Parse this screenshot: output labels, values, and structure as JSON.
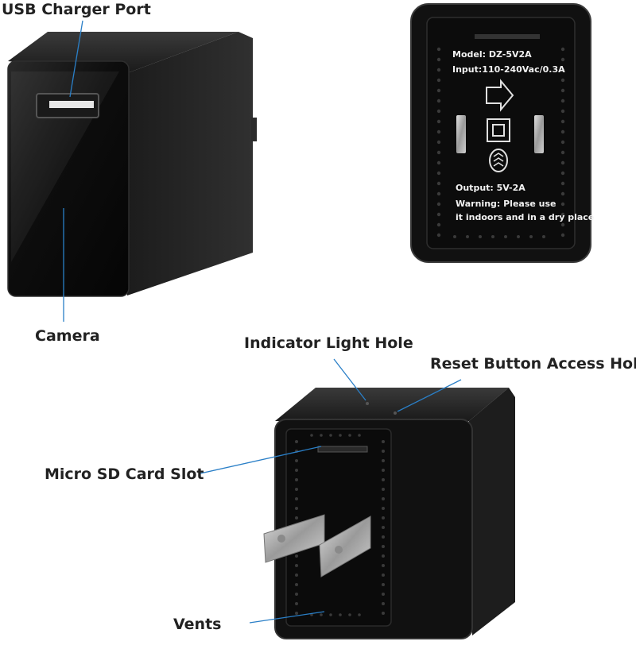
{
  "callouts": {
    "usb_charger_port": "USB Charger Port",
    "camera": "Camera",
    "indicator_light_hole": "Indicator Light Hole",
    "reset_button_access_hole": "Reset Button Access Hole",
    "micro_sd_card_slot": "Micro SD Card Slot",
    "vents": "Vents"
  },
  "back_label": {
    "model": "Model: DZ-5V2A",
    "input": "Input:110-240Vac/0.3A",
    "output": "Output: 5V-2A",
    "warning_line1": "Warning: Please use",
    "warning_line2": "it indoors and in a dry place"
  },
  "colors": {
    "callout_line": "#2a7fc7",
    "device_body": "#141414",
    "device_face": "#0a0a0a",
    "prong_metal": "#b8b8b8"
  },
  "icons": [
    "double-insulation-square-icon",
    "arrow-pictogram-icon",
    "energy-level-icon"
  ]
}
